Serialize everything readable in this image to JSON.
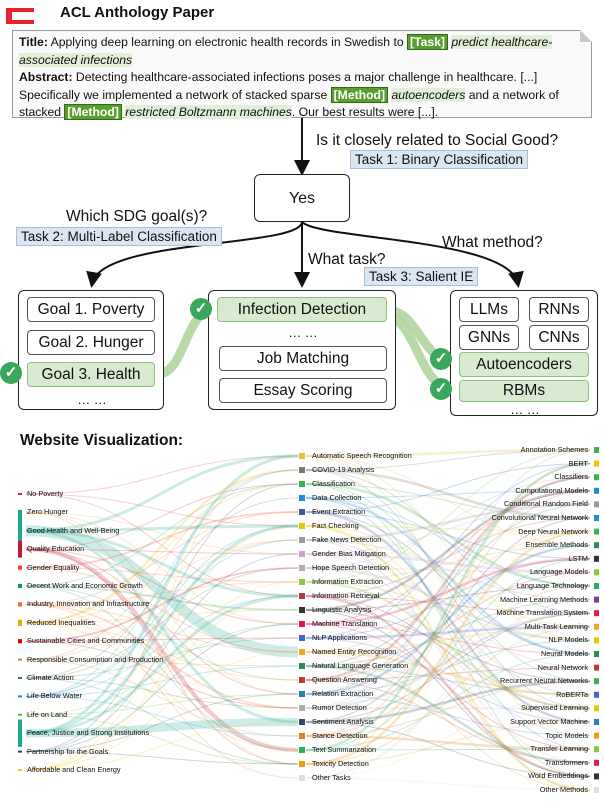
{
  "header": {
    "title": "ACL Anthology Paper"
  },
  "paper": {
    "title_label": "Title:",
    "title_text": "Applying deep learning on electronic health records in Swedish to",
    "task_tag": "[Task]",
    "task_text": "predict healthcare-associated infections",
    "abstract_label": "Abstract:",
    "abstract_text_1": "Detecting healthcare-associated infections poses a major challenge in healthcare.",
    "abstract_text_2": "[...] Specifically we implemented a network of stacked sparse",
    "method_tag": "[Method]",
    "method_text_1": "autoencoders",
    "abstract_text_3": "and a network of stacked",
    "method_text_2": "restricted Boltzmann machines",
    "abstract_text_4": ". Our best results were [...]."
  },
  "flow": {
    "question_social_good": "Is it closely related to Social Good?",
    "task1": "Task 1: Binary Classification",
    "answer_yes": "Yes",
    "question_sdg": "Which SDG goal(s)?",
    "task2": "Task 2: Multi-Label Classification",
    "question_task": "What task?",
    "task3": "Task 3: Salient IE",
    "question_method": "What method?",
    "goals": [
      "Goal 1. Poverty",
      "Goal 2. Hunger",
      "Goal 3. Health"
    ],
    "goals_more": "… …",
    "tasks_top": "Infection Detection",
    "tasks_more": "… …",
    "tasks": [
      "Job Matching",
      "Essay Scoring"
    ],
    "methods_grid": [
      "LLMs",
      "RNNs",
      "GNNs",
      "CNNs"
    ],
    "methods_hl": [
      "Autoencoders",
      "RBMs"
    ],
    "methods_more": "… …",
    "check_glyph": "✓"
  },
  "viz": {
    "title": "Website Visualization:",
    "left": [
      {
        "label": "No Poverty",
        "color": "#e5243b",
        "w": 0
      },
      {
        "label": "Zero Hunger",
        "color": "#dda63a",
        "w": 0
      },
      {
        "label": "Good Health and Well-Being",
        "color": "#1ba890",
        "w": 1
      },
      {
        "label": "Quality Education",
        "color": "#c5192d",
        "w": 0.4
      },
      {
        "label": "Gender Equality",
        "color": "#ff3a21",
        "w": 0.1
      },
      {
        "label": "Decent Work and Economic Growth",
        "color": "#0e9b58",
        "w": 0.1
      },
      {
        "label": "Industry, Innovation and Infrastructure",
        "color": "#fd6925",
        "w": 0.1
      },
      {
        "label": "Reduced Inequalities",
        "color": "#f5a700",
        "w": 0.15
      },
      {
        "label": "Sustainable Cities and Communities",
        "color": "#e00000",
        "w": 0.1
      },
      {
        "label": "Responsible Consumption and Production",
        "color": "#bf8b2e",
        "w": 0
      },
      {
        "label": "Climate Action",
        "color": "#3f7e44",
        "w": 0
      },
      {
        "label": "Life Below Water",
        "color": "#0a97d9",
        "w": 0
      },
      {
        "label": "Life on Land",
        "color": "#56c02b",
        "w": 0
      },
      {
        "label": "Peace, Justice and Strong Institutions",
        "color": "#1ba890",
        "w": 0.65
      },
      {
        "label": "Partnership for the Goals",
        "color": "#19486a",
        "w": 0
      },
      {
        "label": "Affordable and Clean Energy",
        "color": "#fcc30b",
        "w": 0
      }
    ],
    "middle": [
      {
        "label": "Automatic Speech Recognition",
        "color": "#e9c233"
      },
      {
        "label": "COVID-19 Analysis",
        "color": "#777777"
      },
      {
        "label": "Classification",
        "color": "#3cb44b"
      },
      {
        "label": "Data Collection",
        "color": "#1e8fd6"
      },
      {
        "label": "Event Extraction",
        "color": "#3a5ba0"
      },
      {
        "label": "Fact Checking",
        "color": "#e6c700"
      },
      {
        "label": "Fake News Detection",
        "color": "#9a9a9a"
      },
      {
        "label": "Gender Bias Mitigation",
        "color": "#d3a0d0"
      },
      {
        "label": "Hope Speech Detection",
        "color": "#b0b0b0"
      },
      {
        "label": "Information Extraction",
        "color": "#8dc63f"
      },
      {
        "label": "Information Retrieval",
        "color": "#b23a48"
      },
      {
        "label": "Linguistic Analysis",
        "color": "#333333"
      },
      {
        "label": "Machine Translation",
        "color": "#e6194b"
      },
      {
        "label": "NLP Applications",
        "color": "#4363d8"
      },
      {
        "label": "Named Entity Recognition",
        "color": "#f5a623"
      },
      {
        "label": "Natural Language Generation",
        "color": "#2e8b57"
      },
      {
        "label": "Question Answering",
        "color": "#c0392b"
      },
      {
        "label": "Relation Extraction",
        "color": "#2980b9"
      },
      {
        "label": "Rumor Detection",
        "color": "#aaaaaa"
      },
      {
        "label": "Sentiment Analysis",
        "color": "#34495e"
      },
      {
        "label": "Stance Detection",
        "color": "#e67e22"
      },
      {
        "label": "Text Summarization",
        "color": "#27ae60"
      },
      {
        "label": "Toxicity Detection",
        "color": "#f39c12"
      },
      {
        "label": "Other Tasks",
        "color": "#dddddd"
      }
    ],
    "right": [
      {
        "label": "Annotation Schemes",
        "color": "#3cb44b"
      },
      {
        "label": "BERT",
        "color": "#e6c700"
      },
      {
        "label": "Classifiers",
        "color": "#3cb44b"
      },
      {
        "label": "Computational Models",
        "color": "#1e8fd6"
      },
      {
        "label": "Conditional Random Field",
        "color": "#9a9a9a"
      },
      {
        "label": "Convolutional Neural Network",
        "color": "#1e8fd6"
      },
      {
        "label": "Deep Neural Network",
        "color": "#3cb44b"
      },
      {
        "label": "Ensemble Methods",
        "color": "#2e8b57"
      },
      {
        "label": "LSTM",
        "color": "#333333"
      },
      {
        "label": "Language Models",
        "color": "#8dc63f"
      },
      {
        "label": "Language Technology",
        "color": "#27ae60"
      },
      {
        "label": "Machine Learning Methods",
        "color": "#7b3f9e"
      },
      {
        "label": "Machine Translation System",
        "color": "#e6194b"
      },
      {
        "label": "Multi-Task Learning",
        "color": "#f5a623"
      },
      {
        "label": "NLP Models",
        "color": "#e6c700"
      },
      {
        "label": "Neural Models",
        "color": "#2e8b57"
      },
      {
        "label": "Neural Network",
        "color": "#c0392b"
      },
      {
        "label": "Recurrent Neural Networks",
        "color": "#3cb44b"
      },
      {
        "label": "RoBERTa",
        "color": "#4363d8"
      },
      {
        "label": "Supervised Learning",
        "color": "#e6c700"
      },
      {
        "label": "Support Vector Machine",
        "color": "#2980b9"
      },
      {
        "label": "Topic Models",
        "color": "#f39c12"
      },
      {
        "label": "Transfer Learning",
        "color": "#8dc63f"
      },
      {
        "label": "Transformers",
        "color": "#e6194b"
      },
      {
        "label": "Word Embeddings",
        "color": "#333333"
      },
      {
        "label": "Other Methods",
        "color": "#dddddd"
      }
    ]
  }
}
